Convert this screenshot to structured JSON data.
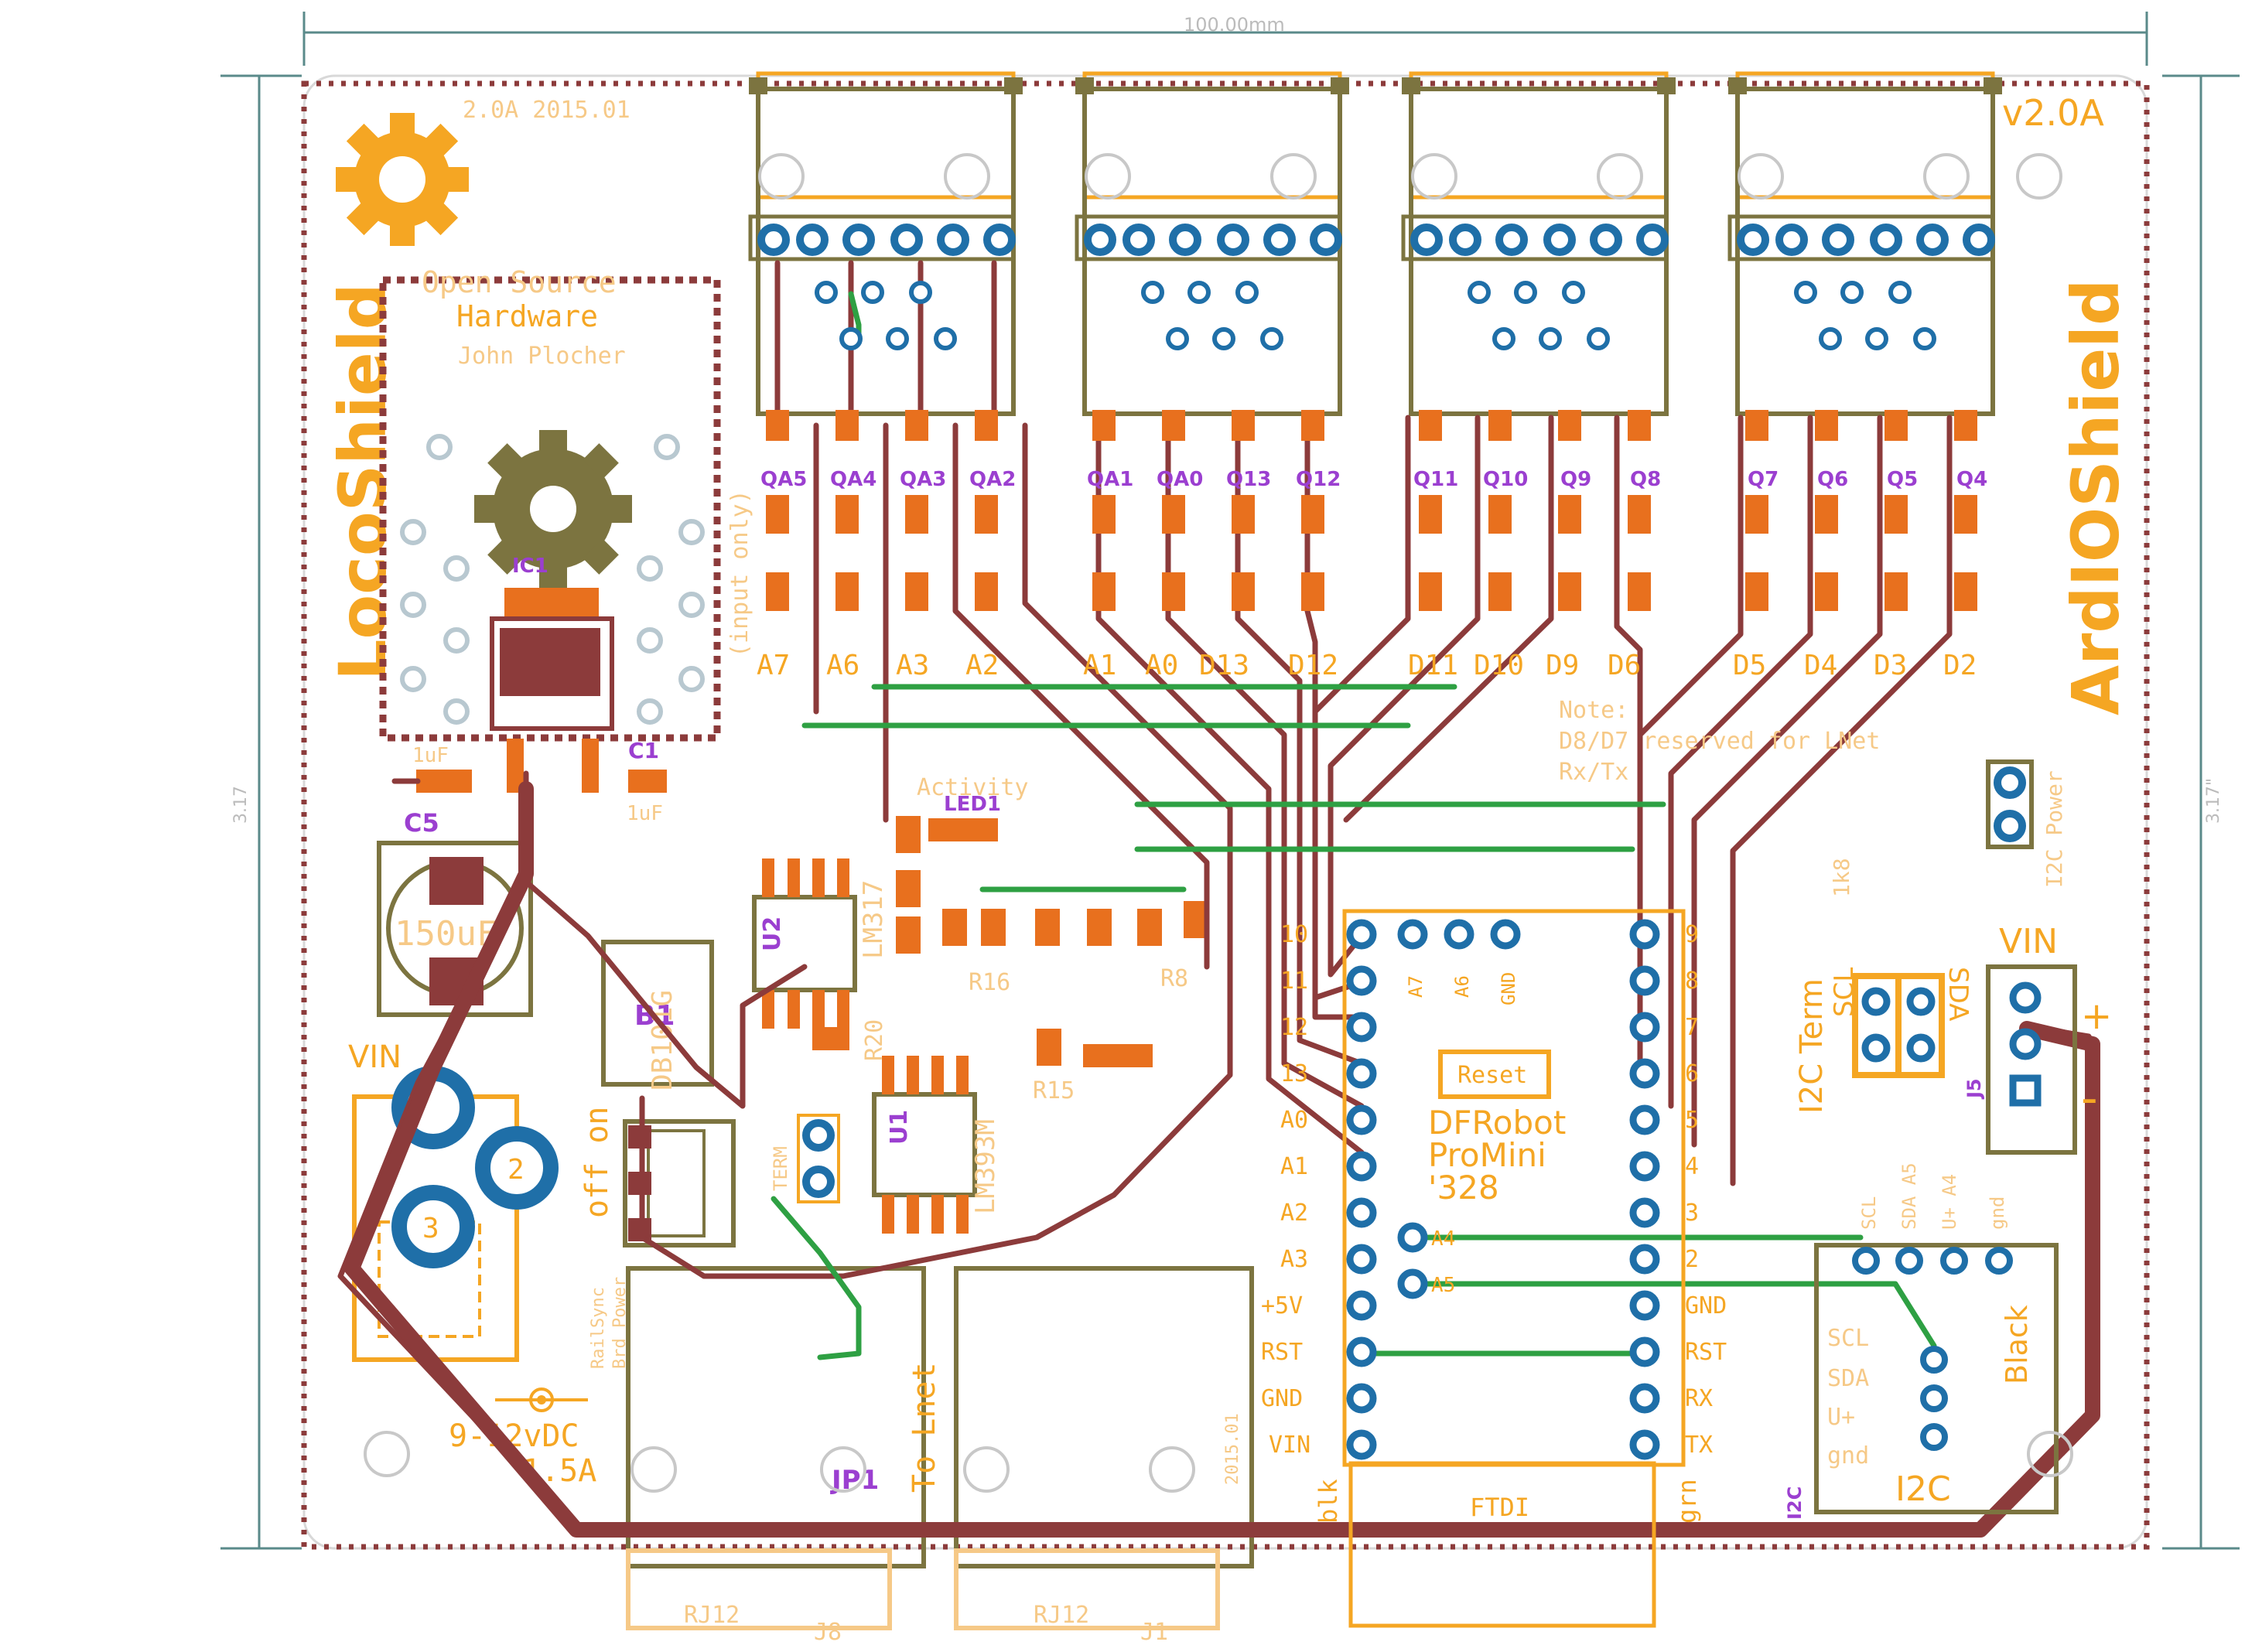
{
  "board": {
    "title_left": "LocoShield",
    "title_right": "ArdIOShield",
    "version": "v2.0A",
    "version_date": "2.0A 2015.01",
    "osh_line1": "Open Source",
    "osh_line2": "Hardware",
    "author": "John Plocher",
    "date_stamp": "2015.01"
  },
  "dimensions": {
    "width_label": "100.00mm",
    "height_left": "3.17",
    "height_right": "3.17\""
  },
  "port_labels": [
    "A7",
    "A6",
    "A3",
    "A2",
    "A1",
    "A0",
    "D13",
    "D12",
    "D11",
    "D10",
    "D9",
    "D6",
    "D5",
    "D4",
    "D3",
    "D2"
  ],
  "resistor_labels": [
    "QA5",
    "QA4",
    "QA3",
    "QA2",
    "QA1",
    "QA0",
    "Q13",
    "Q12",
    "Q11",
    "Q10",
    "Q9",
    "Q8",
    "Q7",
    "Q6",
    "Q5",
    "Q4"
  ],
  "input_only_note": "(input only)",
  "note_text": [
    "Note:",
    "D8/D7 reserved for LNet",
    "Rx/Tx"
  ],
  "power": {
    "vin": "VIN",
    "voltage": "9-12vDC",
    "current": "1.5A",
    "terminal_2": "2",
    "terminal_3": "3",
    "off_on": "off on",
    "railsync": "RailSync",
    "brd_power": "Brd Power"
  },
  "components": {
    "c5": "C5",
    "c5_value": "150uF",
    "ic1": "IC1",
    "c1": "C1",
    "c1_value": "1uF",
    "c2_value": "1uF",
    "b1": "B1",
    "b1_part": "DB101G",
    "u2": "U2",
    "lm317": "LM317",
    "u1": "U1",
    "lm393": "LM393M",
    "led1": "LED1",
    "activity": "Activity",
    "term": "TERM",
    "jp1": "JP1",
    "to_lnet": "To Lnet",
    "r15": "R15",
    "r16": "R16",
    "r20": "R20",
    "r8": "R8",
    "i2c_term": "I2C Term",
    "i2c_power": "I2C Power",
    "scl": "SCL",
    "sda": "SDA",
    "r1k8": "1k8",
    "vin_conn": "VIN",
    "j5": "J5",
    "plus": "+",
    "minus": "-",
    "reset": "Reset",
    "black": "Black",
    "i2c_label": "I2C",
    "i2c_small": "I2C",
    "rj12_left": "RJ12",
    "j8": "J8",
    "rj12_right": "RJ12",
    "j1": "J1",
    "ftdi": "FTDI",
    "blk": "blk",
    "grn": "grn"
  },
  "promini": {
    "line1": "DFRobot",
    "line2": "ProMini",
    "line3": "'328",
    "left_pins": [
      "10",
      "11",
      "12",
      "13",
      "A0",
      "A1",
      "A2",
      "A3",
      "+5V",
      "RST",
      "GND",
      "VIN"
    ],
    "right_pins": [
      "9",
      "8",
      "7",
      "6",
      "5",
      "4",
      "3",
      "2",
      "GND",
      "RST",
      "RX",
      "TX"
    ],
    "top_pins": [
      "A7",
      "A6",
      "GND"
    ],
    "inner_pins": [
      "A4",
      "A5"
    ]
  },
  "i2c_header": {
    "pins": [
      "SCL",
      "SDA",
      "U+",
      "gnd"
    ],
    "top_labels": [
      "SCL",
      "SDA A5",
      "U+ A4",
      "gnd"
    ]
  }
}
